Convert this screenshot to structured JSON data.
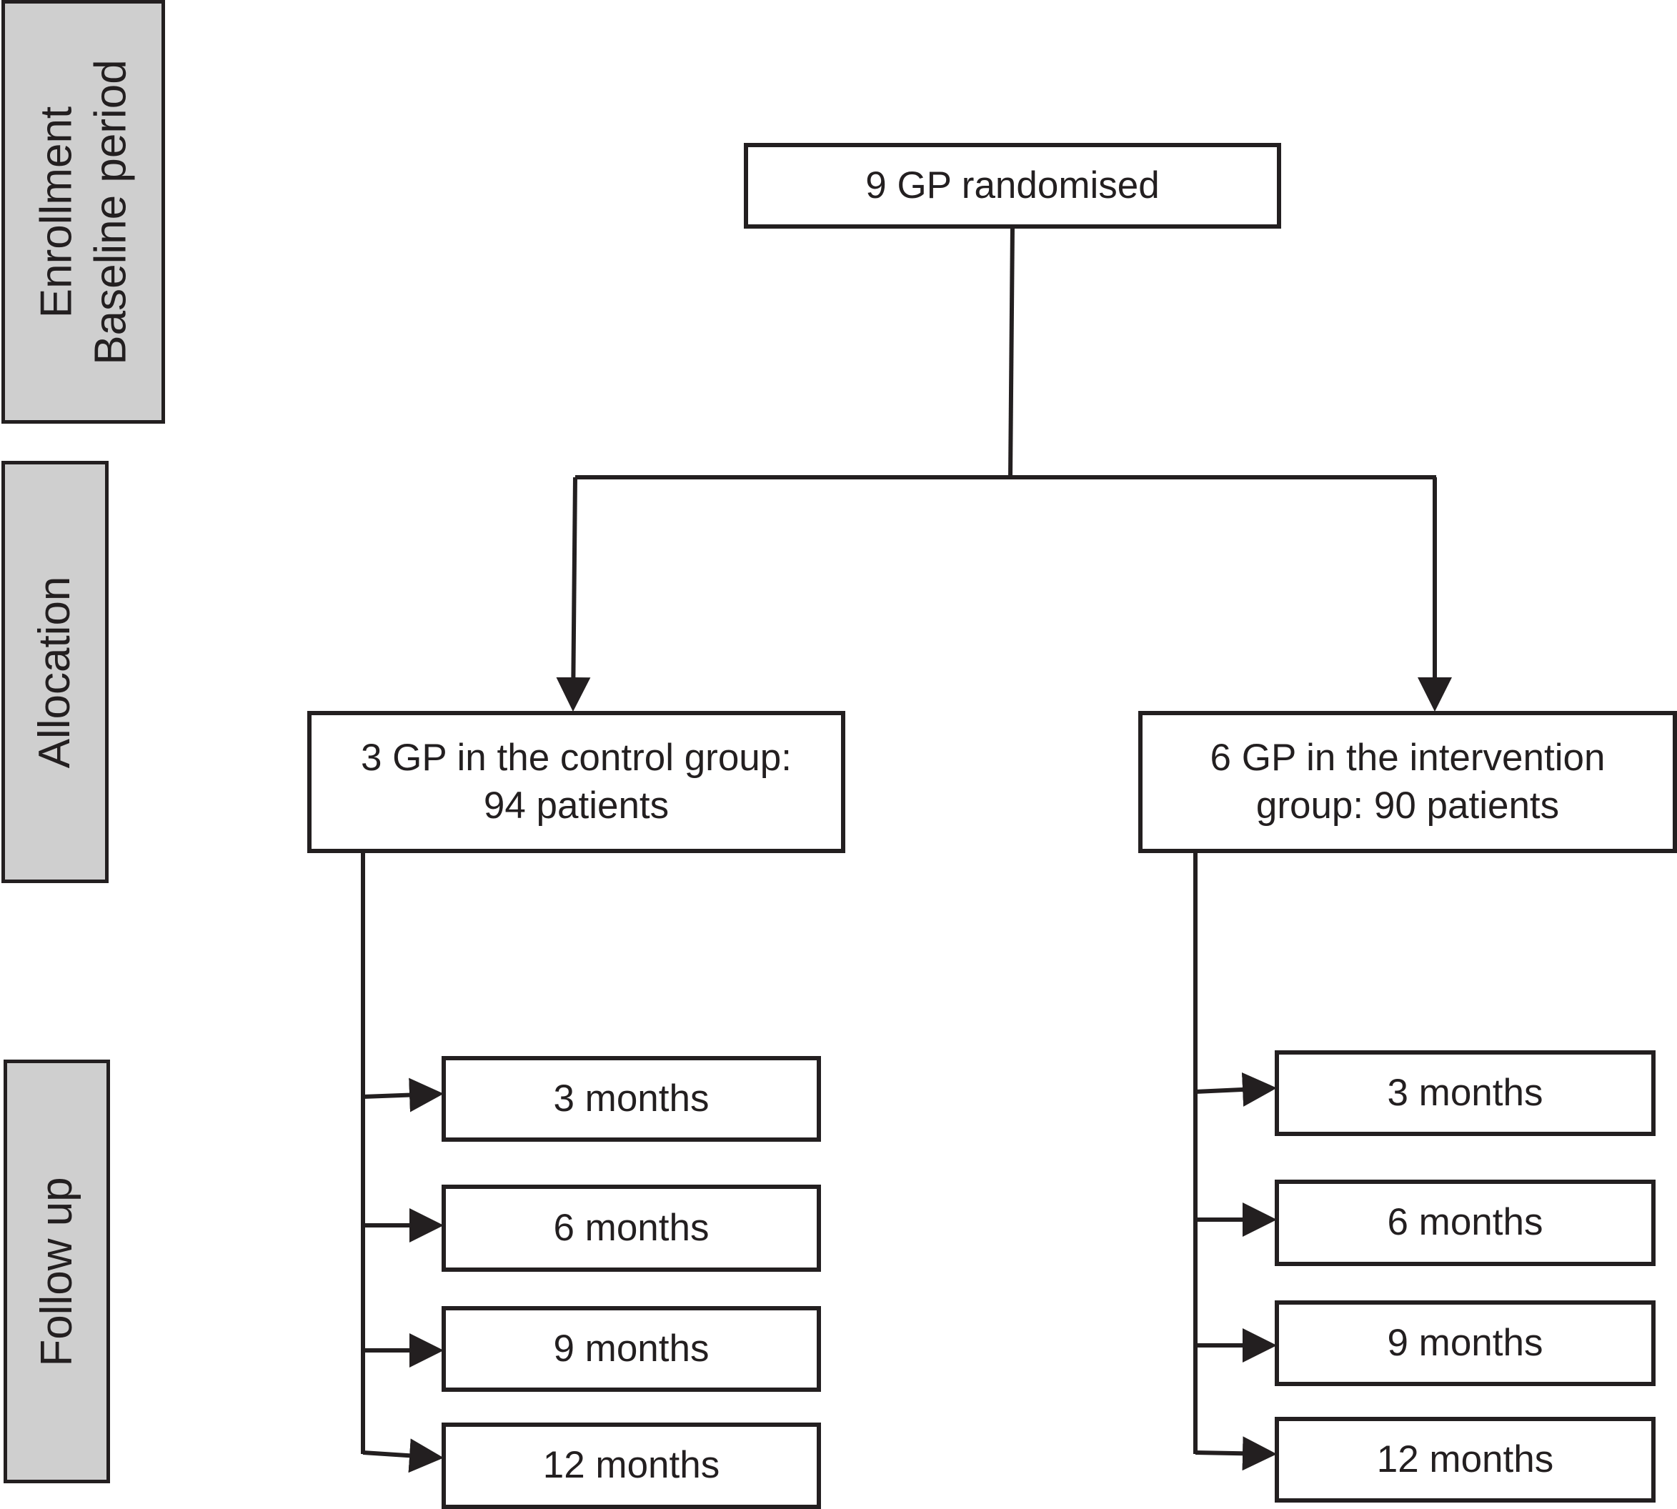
{
  "phases": {
    "enrollment": {
      "line1": "Enrollment",
      "line2": "Baseline period"
    },
    "allocation": {
      "label": "Allocation"
    },
    "follow_up": {
      "label": "Follow up"
    }
  },
  "randomised": {
    "label": "9 GP randomised"
  },
  "control": {
    "line1": "3 GP in the control group:",
    "line2": "94 patients",
    "followups": [
      "3 months",
      "6 months",
      "9 months",
      "12 months"
    ]
  },
  "intervention": {
    "line1": "6 GP in the intervention",
    "line2": "group: 90 patients",
    "followups": [
      "3 months",
      "6 months",
      "9 months",
      "12 months"
    ]
  },
  "colors": {
    "stroke": "#231f20",
    "phase_fill": "#cfcfcf",
    "box_fill": "#ffffff"
  }
}
